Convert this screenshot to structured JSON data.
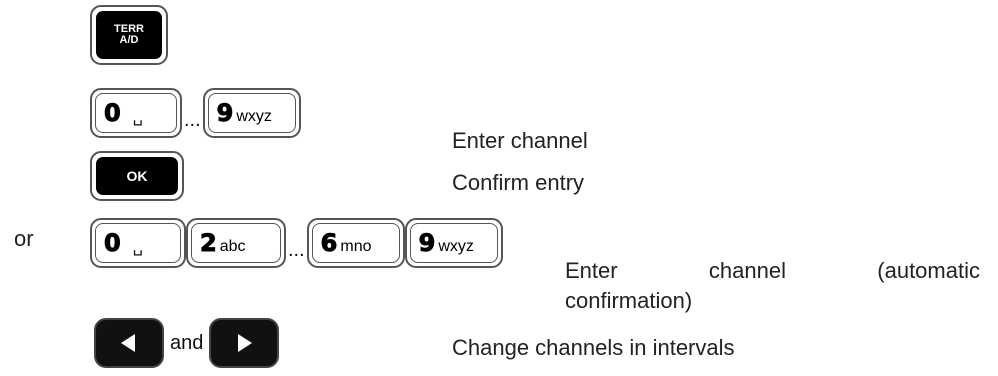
{
  "keys": {
    "terr_line1": "TERR",
    "terr_line2": "A/D",
    "ok": "OK",
    "k0": "0",
    "k2": "2",
    "k2_sub": "abc",
    "k6": "6",
    "k6_sub": "mno",
    "k9": "9",
    "k9_sub": "wxyz",
    "space_symbol": "␣"
  },
  "rows": [
    {
      "desc": ""
    },
    {
      "desc": "Enter channel",
      "ellipsis": "..."
    },
    {
      "desc": "Confirm entry"
    },
    {
      "prefix": "or",
      "desc_word1": "Enter",
      "desc_word2": "channel",
      "desc_word3": "(automatic",
      "desc_line2": "confirmation)",
      "ellipsis": "..."
    },
    {
      "joiner": "and",
      "desc": "Change channels in intervals"
    }
  ]
}
